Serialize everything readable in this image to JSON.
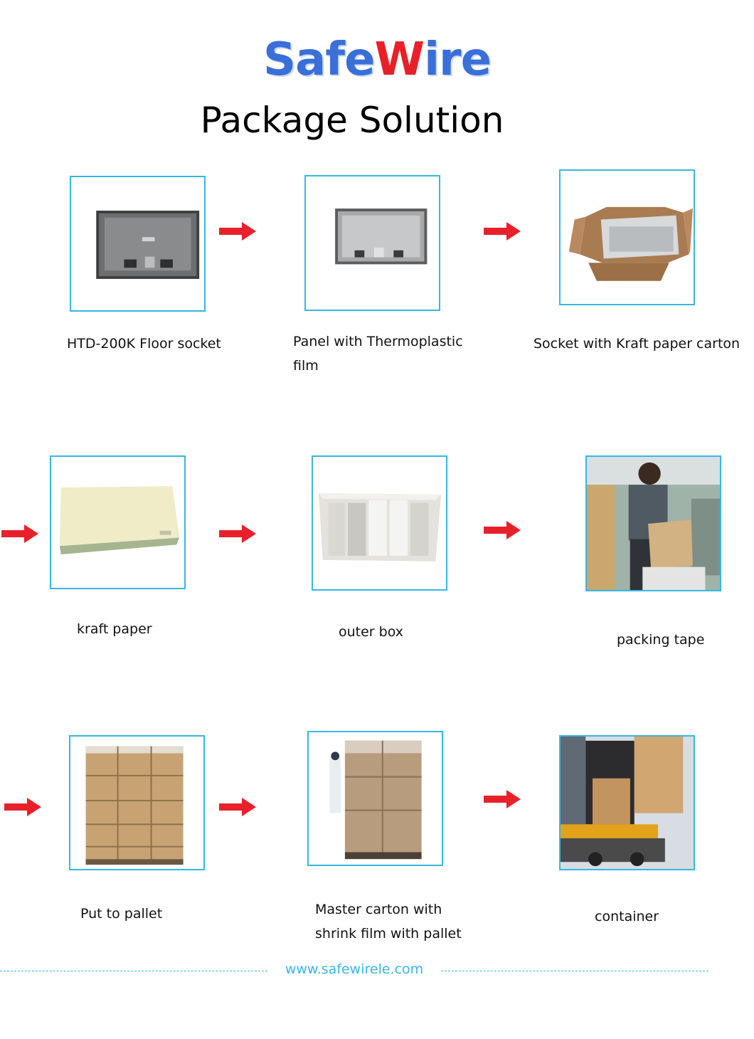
{
  "brand": {
    "part1": "Safe",
    "part2_w": "W",
    "part2_rest": "ire"
  },
  "title": "Package Solution",
  "steps": [
    {
      "caption_line1": "HTD-200K Floor socket",
      "caption_line2": ""
    },
    {
      "caption_line1": "Panel  with  Thermoplastic",
      "caption_line2": "film"
    },
    {
      "caption_line1": "Socket with Kraft paper carton",
      "caption_line2": ""
    },
    {
      "caption_line1": "kraft paper",
      "caption_line2": ""
    },
    {
      "caption_line1": "outer box",
      "caption_line2": ""
    },
    {
      "caption_line1": "packing tape",
      "caption_line2": ""
    },
    {
      "caption_line1": "Put to pallet",
      "caption_line2": ""
    },
    {
      "caption_line1": "Master carton with",
      "caption_line2": "shrink film with pallet"
    },
    {
      "caption_line1": "container",
      "caption_line2": ""
    }
  ],
  "footer": {
    "url": "www.safewirele.com"
  },
  "colors": {
    "frame": "#36b7e6",
    "arrow": "#e8202a",
    "brand_blue": "#3a6fd8",
    "brand_red": "#e8202a"
  }
}
